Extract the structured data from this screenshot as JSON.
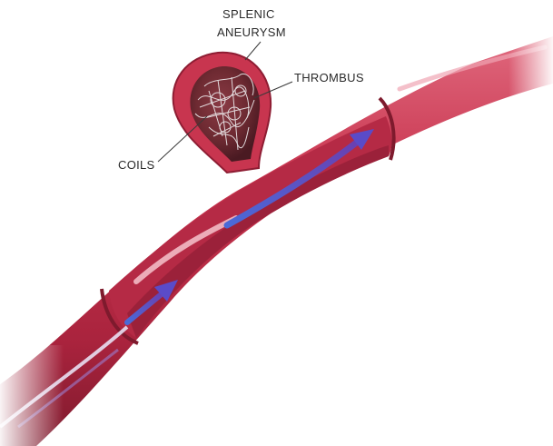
{
  "labels": {
    "aneurysm_line1": "SPLENIC",
    "aneurysm_line2": "ANEURYSM",
    "thrombus": "THROMBUS",
    "coils": "COILS"
  },
  "colors": {
    "vessel_outer": "#c8354f",
    "vessel_dark": "#8e1d33",
    "vessel_inner": "#b52a45",
    "vessel_highlight": "#f6c3cc",
    "lumen_cut": "#a52541",
    "thrombus": "#6e2a32",
    "coil": "#e9e4e6",
    "flow_arrow": "#6a3fb0",
    "flow_arrow_light": "#7b55c8",
    "label_text": "#2a2a2a"
  },
  "icons": {
    "flow_arrow_1": "arrow-icon",
    "flow_arrow_2": "arrow-icon"
  }
}
